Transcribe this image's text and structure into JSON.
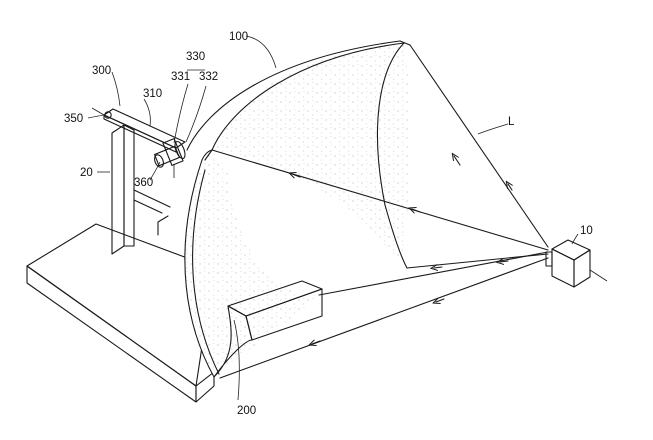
{
  "labels": {
    "l100": "100",
    "l300": "300",
    "l330": "330",
    "l331": "331",
    "l332": "332",
    "l310": "310",
    "l350": "350",
    "l20": "20",
    "l360": "360",
    "lL": "L",
    "l10": "10",
    "l200": "200"
  }
}
